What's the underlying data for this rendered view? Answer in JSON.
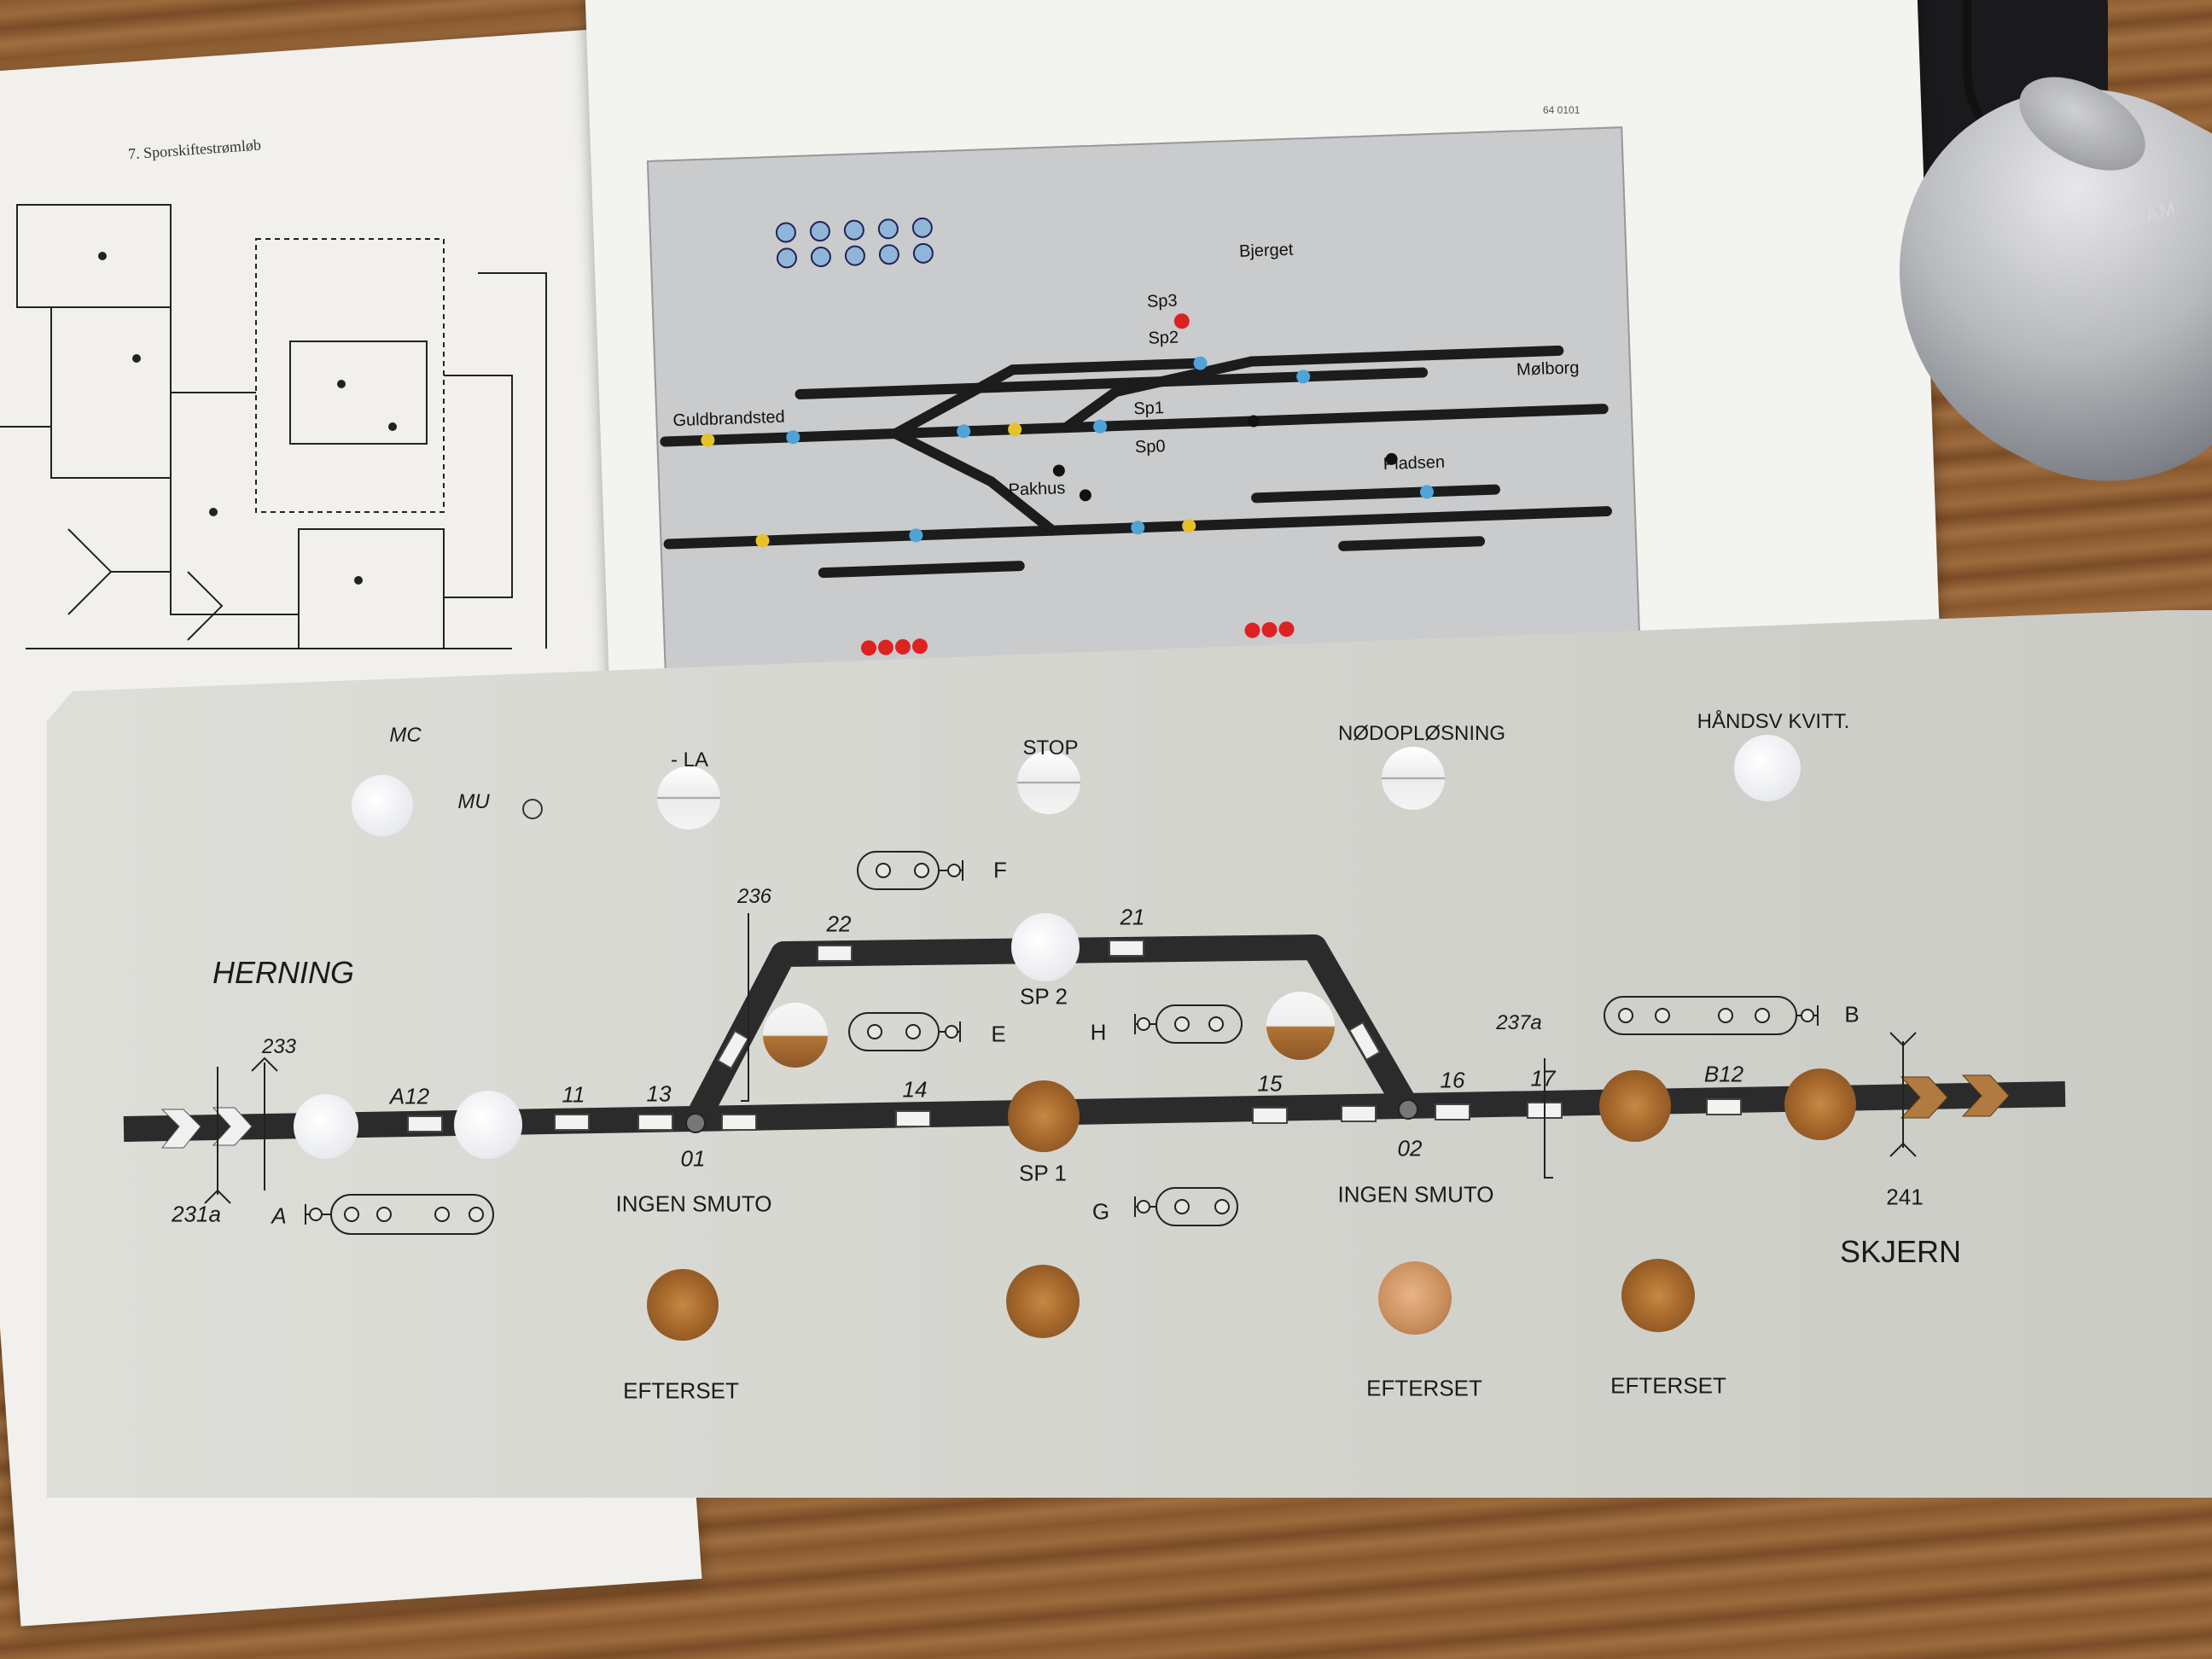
{
  "panel": {
    "top_buttons": [
      "MC",
      "MU",
      "- LA",
      "STOP",
      "NØDOPLØSNING",
      "HÅNDSV KVITT."
    ],
    "stations": [
      "HERNING",
      "SKJERN"
    ],
    "track_labels": [
      "22",
      "21",
      "236",
      "SP 2",
      "A12",
      "11",
      "13",
      "14",
      "15",
      "16",
      "237a",
      "17",
      "B12",
      "233",
      "231a",
      "01",
      "SP 1",
      "02",
      "241"
    ],
    "signal_groups": [
      "F",
      "E",
      "H",
      "A",
      "G",
      "B"
    ],
    "ingen_smuto": [
      "INGEN  SMUTO",
      "INGEN  SMUTO"
    ],
    "efterset": [
      "EFTERSET",
      "EFTERSET",
      "EFTERSET"
    ]
  },
  "printout": {
    "code": "64 0101",
    "places": [
      "Bjerget",
      "Sp3",
      "Sp2",
      "Mølborg",
      "Guldbrandsted",
      "Sp1",
      "Sp0",
      "Pakhus",
      "Pladsen"
    ]
  },
  "schematic": {
    "title": "7. Sporskiftestrømløb"
  },
  "mouse": {
    "brand": "ADAM"
  }
}
